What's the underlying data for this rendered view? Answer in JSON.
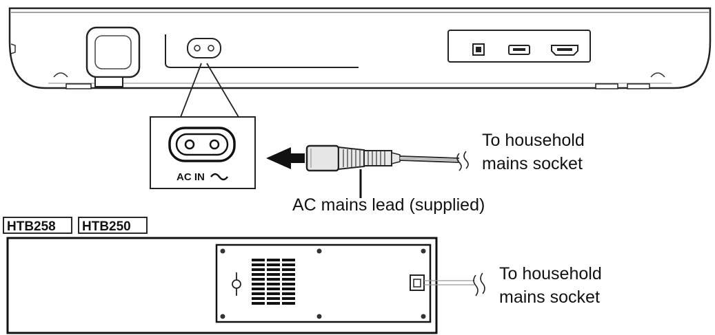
{
  "labels": {
    "household_1_line1": "To household",
    "household_1_line2": "mains socket",
    "lead": "AC mains lead (supplied)",
    "household_2_line1": "To household",
    "household_2_line2": "mains socket",
    "ac_in": "AC IN"
  },
  "models": [
    {
      "label": "HTB258"
    },
    {
      "label": "HTB250"
    }
  ]
}
